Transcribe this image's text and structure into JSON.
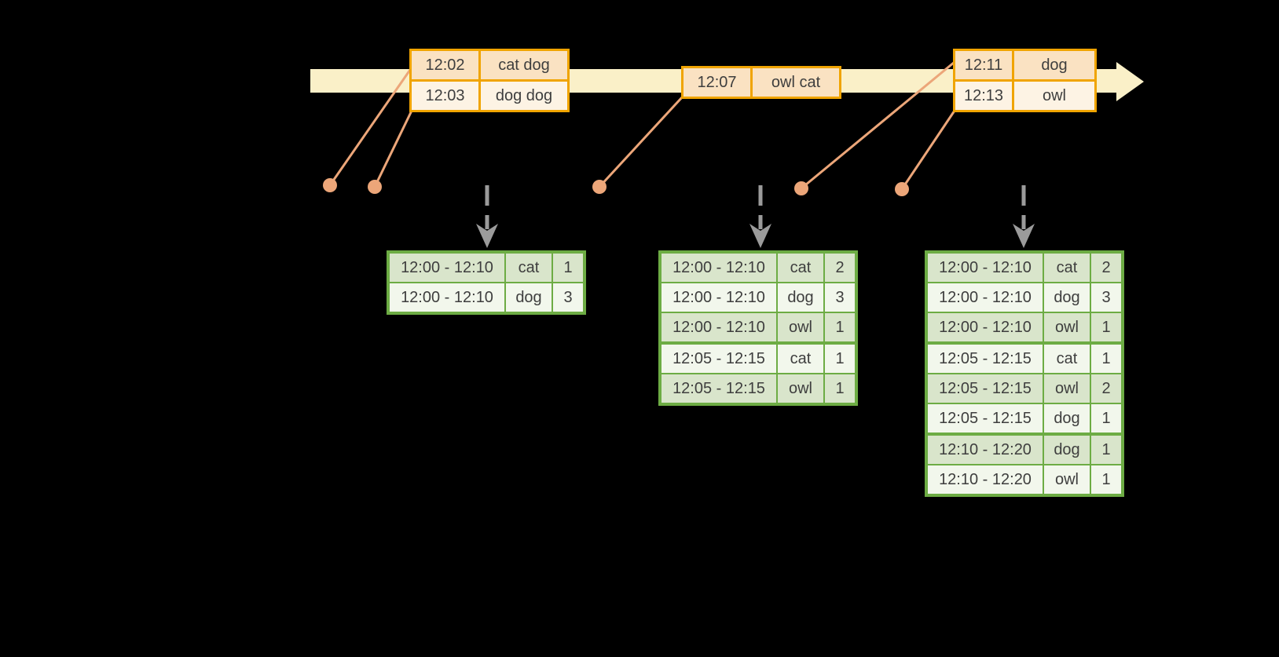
{
  "colors": {
    "background": "#000000",
    "timeline_fill": "#FAF0C8",
    "event_border": "#F0A400",
    "event_row_dark": "#FAE2C2",
    "event_row_light": "#FDF3E4",
    "connector": "#ECA679",
    "trigger_arrow": "#9B9B9B",
    "result_border": "#6DAC44",
    "result_row_dark": "#D9E5CB",
    "result_row_light": "#F2F7EC",
    "text": "#3E3E3E"
  },
  "timeline": {
    "event_batches": [
      {
        "events": [
          {
            "time": "12:02",
            "words": "cat dog"
          },
          {
            "time": "12:03",
            "words": "dog dog"
          }
        ]
      },
      {
        "events": [
          {
            "time": "12:07",
            "words": "owl cat"
          }
        ]
      },
      {
        "events": [
          {
            "time": "12:11",
            "words": "dog"
          },
          {
            "time": "12:13",
            "words": "owl"
          }
        ]
      }
    ]
  },
  "result_tables": [
    {
      "rows": [
        {
          "window": "12:00 - 12:10",
          "word": "cat",
          "count": "1"
        },
        {
          "window": "12:00 - 12:10",
          "word": "dog",
          "count": "3"
        }
      ]
    },
    {
      "rows": [
        {
          "window": "12:00 - 12:10",
          "word": "cat",
          "count": "2"
        },
        {
          "window": "12:00 - 12:10",
          "word": "dog",
          "count": "3"
        },
        {
          "window": "12:00 - 12:10",
          "word": "owl",
          "count": "1"
        },
        {
          "window": "12:05 - 12:15",
          "word": "cat",
          "count": "1"
        },
        {
          "window": "12:05 - 12:15",
          "word": "owl",
          "count": "1"
        }
      ]
    },
    {
      "rows": [
        {
          "window": "12:00 - 12:10",
          "word": "cat",
          "count": "2"
        },
        {
          "window": "12:00 - 12:10",
          "word": "dog",
          "count": "3"
        },
        {
          "window": "12:00 - 12:10",
          "word": "owl",
          "count": "1"
        },
        {
          "window": "12:05 - 12:15",
          "word": "cat",
          "count": "1"
        },
        {
          "window": "12:05 - 12:15",
          "word": "owl",
          "count": "2"
        },
        {
          "window": "12:05 - 12:15",
          "word": "dog",
          "count": "1"
        },
        {
          "window": "12:10 - 12:20",
          "word": "dog",
          "count": "1"
        },
        {
          "window": "12:10 - 12:20",
          "word": "owl",
          "count": "1"
        }
      ]
    }
  ]
}
